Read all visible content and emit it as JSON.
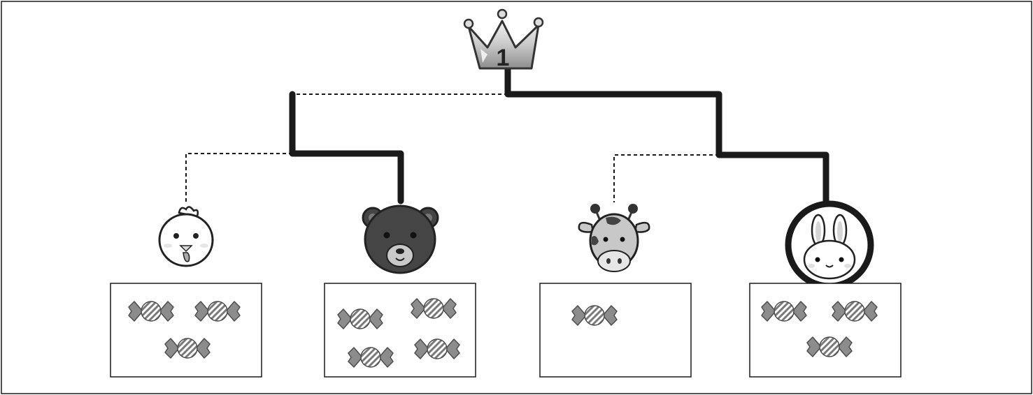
{
  "crown": {
    "rank_label": "1",
    "icon": "crown-icon"
  },
  "winner": "rabbit",
  "contestants": [
    {
      "animal": "chicken",
      "icon": "chicken-face-icon",
      "candy_count": 3,
      "on_winning_path": false
    },
    {
      "animal": "bear",
      "icon": "bear-face-icon",
      "candy_count": 4,
      "on_winning_path": true
    },
    {
      "animal": "cow",
      "icon": "cow-face-icon",
      "candy_count": 1,
      "on_winning_path": false
    },
    {
      "animal": "rabbit",
      "icon": "rabbit-face-icon",
      "candy_count": 3,
      "on_winning_path": true
    }
  ],
  "colors": {
    "line": "#1a1a1a",
    "candy_wrapper": "#8c8c8c",
    "bear_fur": "#454545",
    "cow_body": "#c8c8c8",
    "crown_silver": "#d0d0d0"
  }
}
